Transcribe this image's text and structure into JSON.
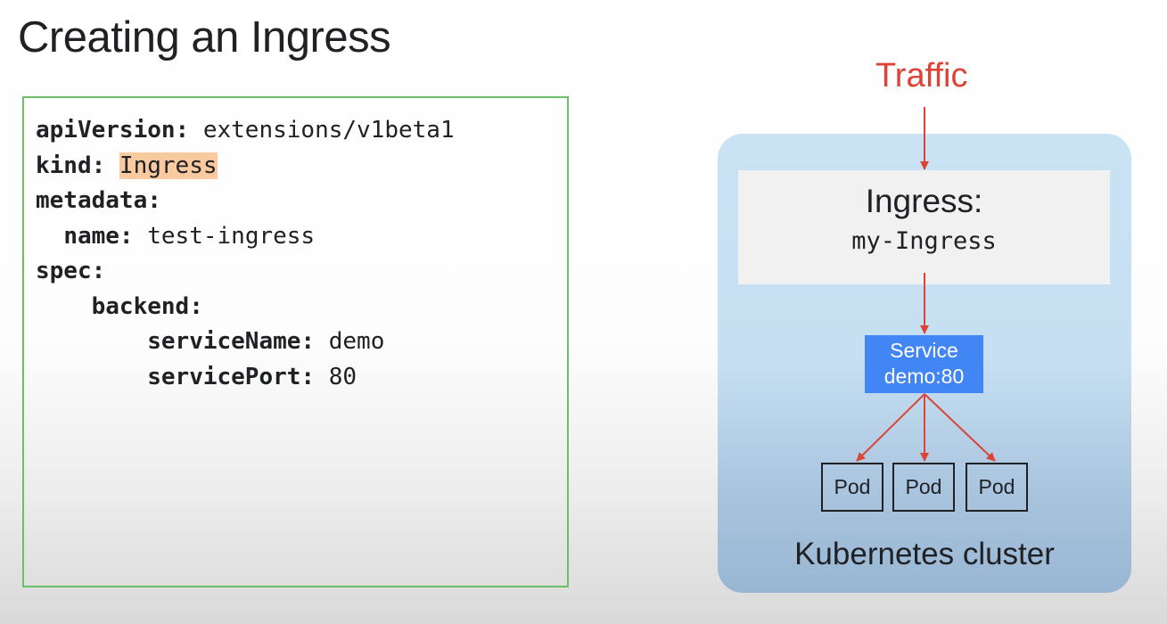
{
  "title": "Creating an Ingress",
  "code": {
    "line1_key": "apiVersion:",
    "line1_val": " extensions/v1beta1",
    "line2_key": "kind:",
    "line2_val": "Ingress",
    "line3_key": "metadata:",
    "line4_key": "name:",
    "line4_val": " test-ingress",
    "line5_key": "spec:",
    "line6_key": "backend:",
    "line7_key": "serviceName:",
    "line7_val": " demo",
    "line8_key": "servicePort:",
    "line8_val": " 80"
  },
  "diagram": {
    "traffic_label": "Traffic",
    "ingress_title": "Ingress:",
    "ingress_name": "my-Ingress",
    "service_line1": "Service",
    "service_line2": "demo:80",
    "pods": [
      "Pod",
      "Pod",
      "Pod"
    ],
    "cluster_label": "Kubernetes cluster",
    "colors": {
      "arrow": "#db4437",
      "service_fill": "#4285f4",
      "code_border": "#6cbf6a",
      "highlight": "#f9c9a0"
    }
  }
}
